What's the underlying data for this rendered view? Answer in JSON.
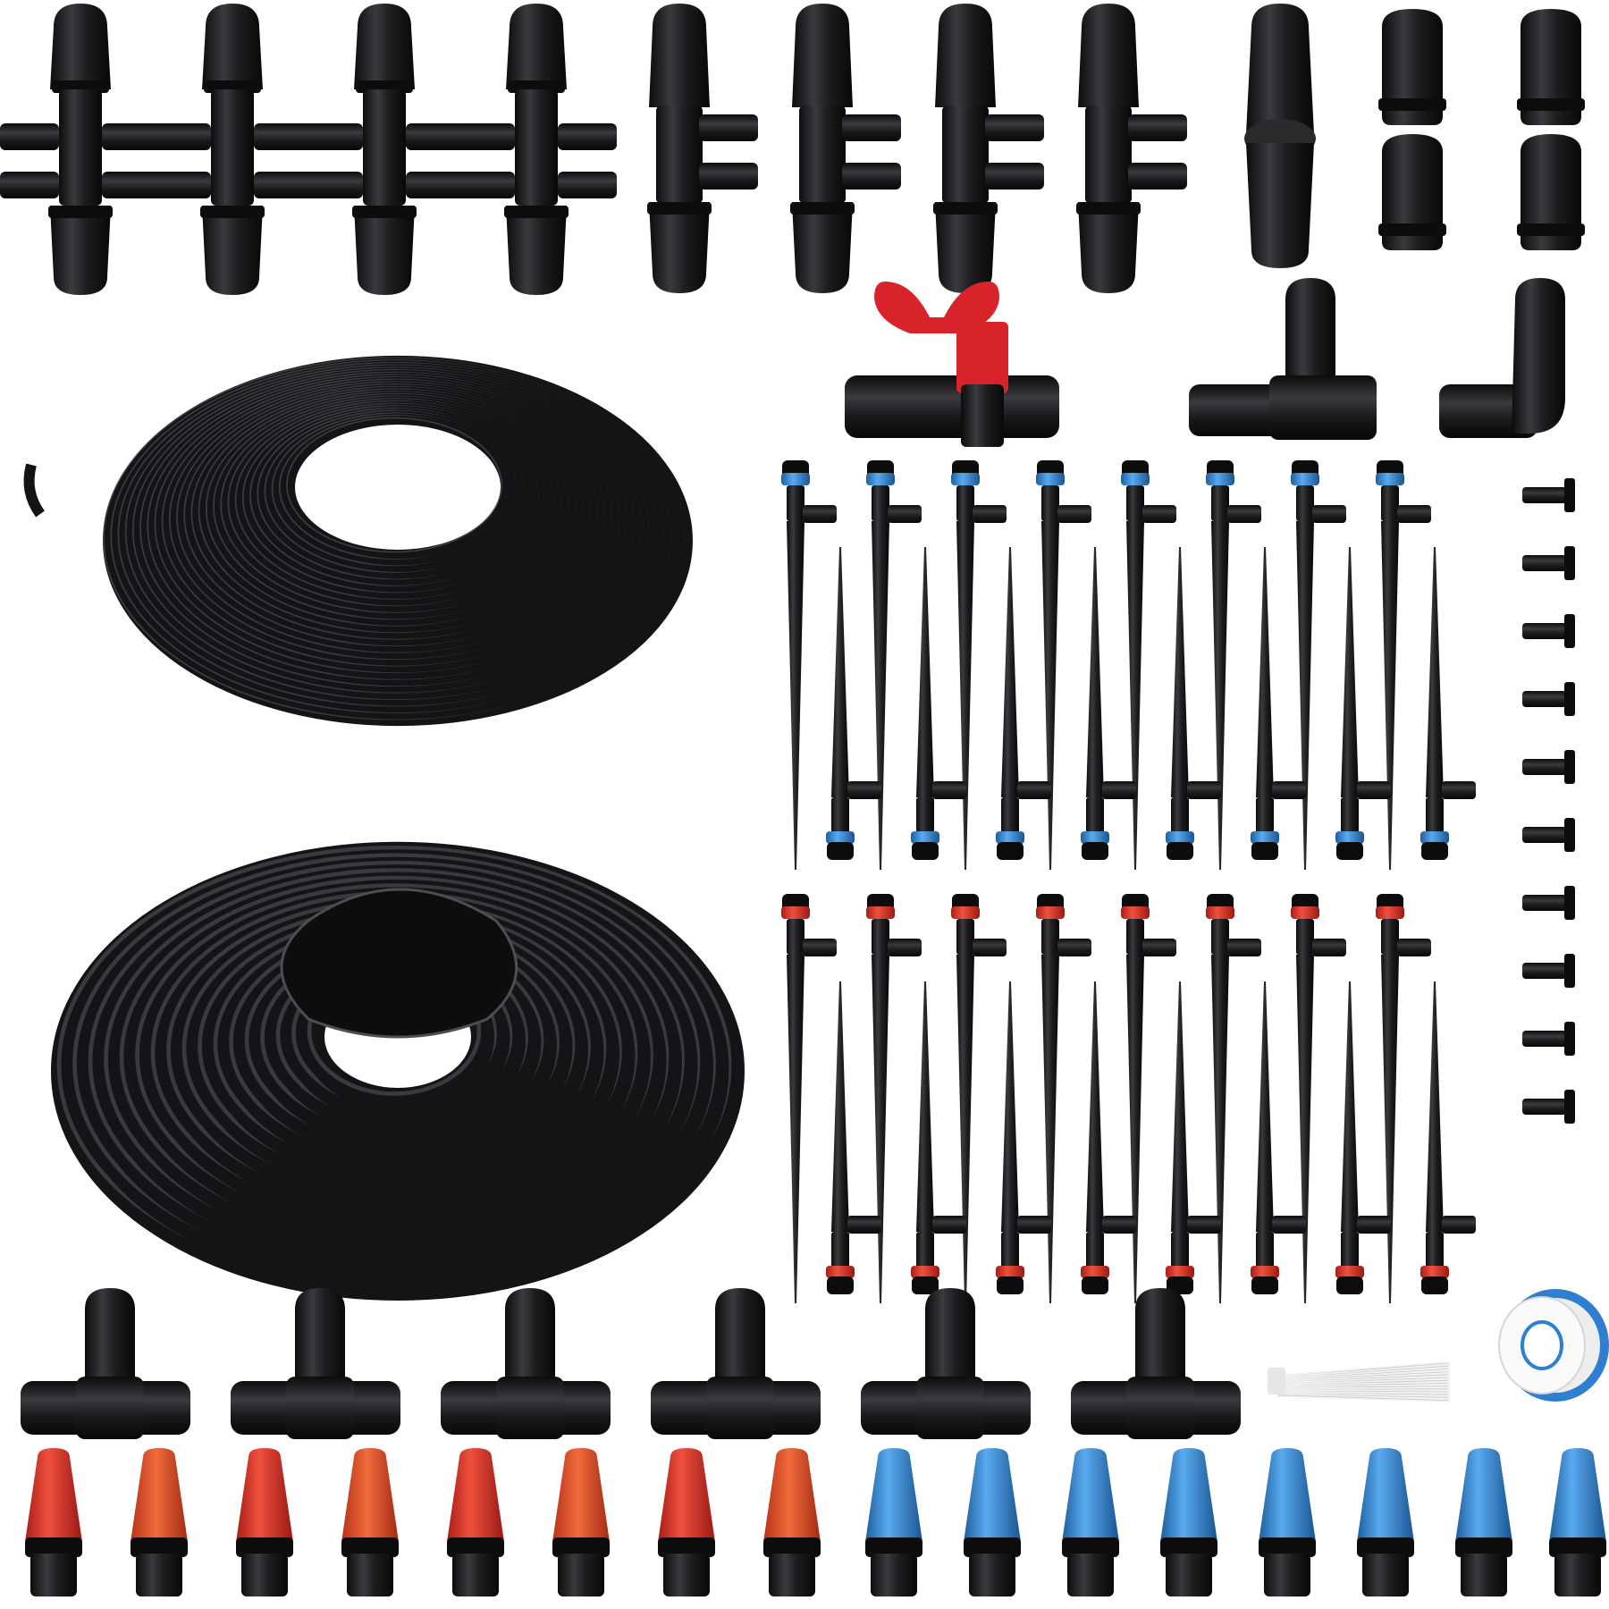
{
  "image": {
    "background": "#ffffff",
    "palette": {
      "part_black": "#1d1d1f",
      "part_dark": "#0c0c0d",
      "part_highlight": "#4a4a4f",
      "tube_black": "#141416",
      "tube_highlight": "#5a5a60",
      "blue_cap": "#3a8fd6",
      "red_cap": "#e0342c",
      "orange_red_cap": "#e8502a",
      "valve_handle_red": "#d9232a",
      "zip_ties": "#f2f2f2",
      "tape_blue_rim": "#2f7fd0"
    },
    "components": [
      {
        "name": "4-way-connector",
        "count": 4,
        "icon": "cross-connector-icon"
      },
      {
        "name": "3-way-connector",
        "count": 4,
        "icon": "tee-connector-icon"
      },
      {
        "name": "straight-coupler",
        "count": 1,
        "icon": "coupler-icon"
      },
      {
        "name": "end-plug",
        "count": 4,
        "icon": "end-plug-icon"
      },
      {
        "name": "shut-off-valve",
        "count": 1,
        "icon": "valve-icon"
      },
      {
        "name": "tee-adapter",
        "count": 1,
        "icon": "tee-adapter-icon"
      },
      {
        "name": "elbow-adapter",
        "count": 1,
        "icon": "elbow-icon"
      },
      {
        "name": "thin-tubing-coil",
        "count": 1,
        "icon": "tubing-coil-icon"
      },
      {
        "name": "main-hose-coil",
        "count": 1,
        "icon": "hose-coil-icon"
      },
      {
        "name": "blue-cap-stake-sprinkler",
        "count": 16,
        "icon": "stake-sprinkler-icon"
      },
      {
        "name": "red-cap-stake-sprinkler",
        "count": 16,
        "icon": "stake-sprinkler-icon"
      },
      {
        "name": "goof-plug",
        "count": 10,
        "icon": "goof-plug-icon"
      },
      {
        "name": "tee-fitting",
        "count": 6,
        "icon": "tee-fitting-icon"
      },
      {
        "name": "red-adjustable-nozzle",
        "count": 8,
        "icon": "nozzle-icon"
      },
      {
        "name": "blue-adjustable-nozzle",
        "count": 8,
        "icon": "nozzle-icon"
      },
      {
        "name": "cable-ties",
        "count": 1,
        "icon": "cable-ties-icon"
      },
      {
        "name": "ptfe-tape-roll",
        "count": 1,
        "icon": "tape-roll-icon"
      }
    ]
  }
}
